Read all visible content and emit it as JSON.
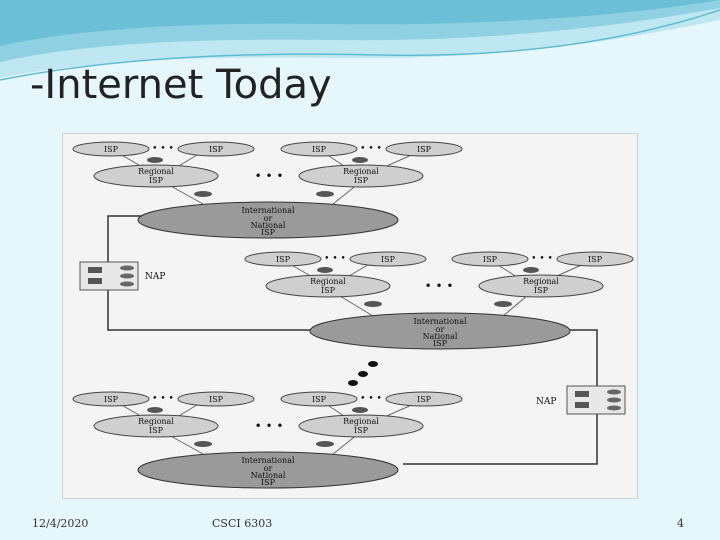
{
  "slide": {
    "title": "-Internet Today"
  },
  "diagram": {
    "isp_label": "ISP",
    "ellipsis": "• • •",
    "regional_line1": "Regional",
    "regional_line2": "ISP",
    "national_line1": "International",
    "national_line2": "or",
    "national_line3": "National",
    "national_line4": "ISP",
    "nap_label": "NAP"
  },
  "footer": {
    "date": "12/4/2020",
    "course": "CSCI 6303",
    "page_number": "4"
  },
  "colors": {
    "background": "#e6f7fb",
    "wave_dark": "#4fb3cf",
    "wave_light": "#bfe7f2",
    "node_fill": "#cfcfcf",
    "national_fill": "#9a9a9a",
    "router_fill": "#555555"
  }
}
